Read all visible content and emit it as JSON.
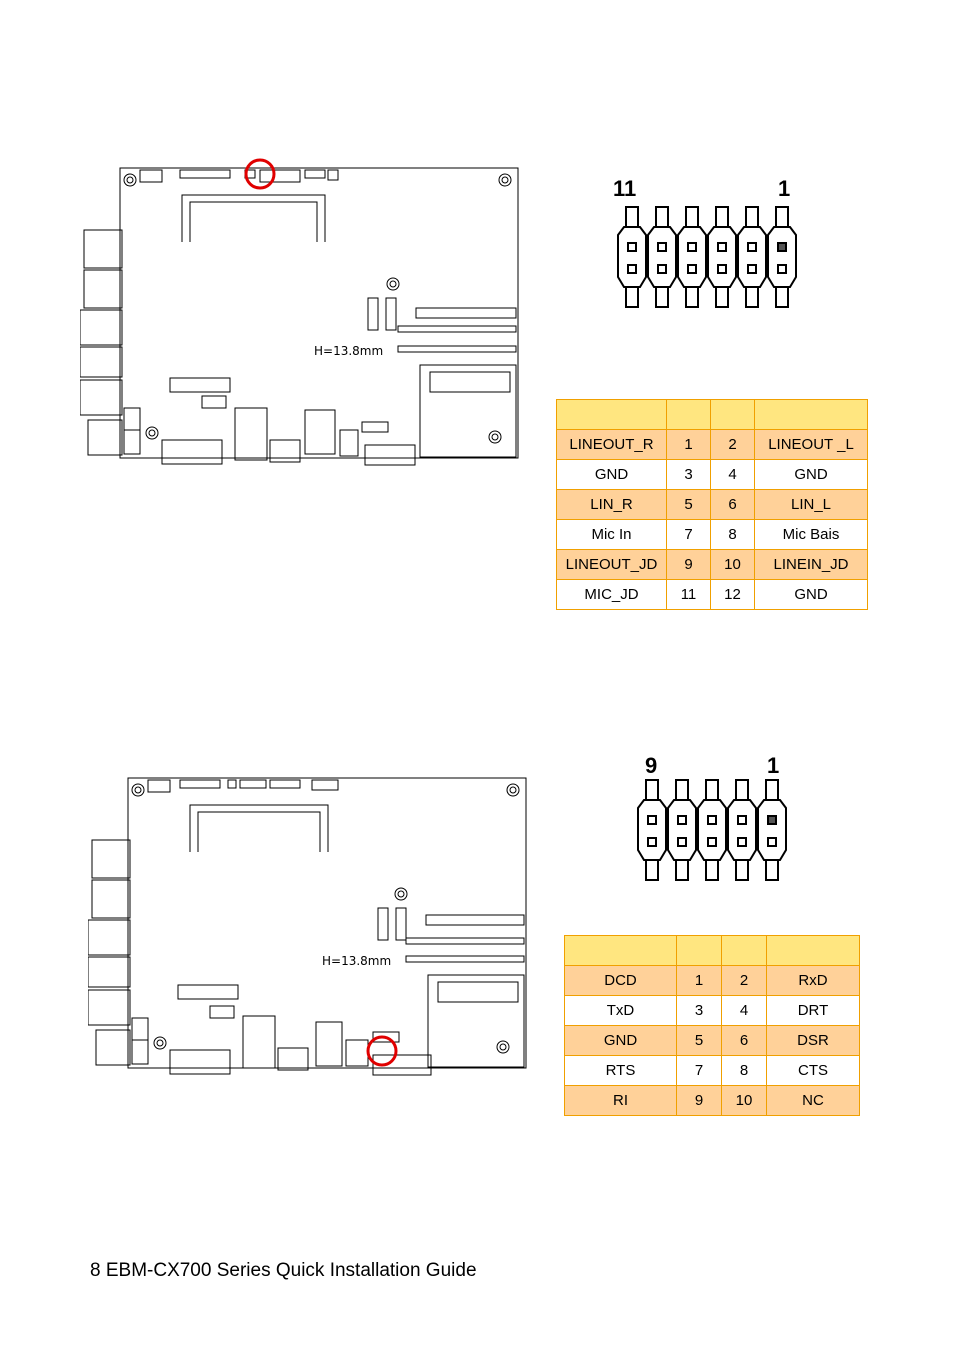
{
  "connector1": {
    "pin_high_label": "11",
    "pin_low_label": "1",
    "board_height_note": "H=13.8mm",
    "rows": [
      [
        "LINEOUT_R",
        "1",
        "2",
        "LINEOUT _L"
      ],
      [
        "GND",
        "3",
        "4",
        "GND"
      ],
      [
        "LIN_R",
        "5",
        "6",
        "LIN_L"
      ],
      [
        "Mic In",
        "7",
        "8",
        "Mic Bais"
      ],
      [
        "LINEOUT_JD",
        "9",
        "10",
        "LINEIN_JD"
      ],
      [
        "MIC_JD",
        "11",
        "12",
        "GND"
      ]
    ]
  },
  "connector2": {
    "pin_high_label": "9",
    "pin_low_label": "1",
    "board_height_note": "H=13.8mm",
    "rows": [
      [
        "DCD",
        "1",
        "2",
        "RxD"
      ],
      [
        "TxD",
        "3",
        "4",
        "DRT"
      ],
      [
        "GND",
        "5",
        "6",
        "DSR"
      ],
      [
        "RTS",
        "7",
        "8",
        "CTS"
      ],
      [
        "RI",
        "9",
        "10",
        "NC"
      ]
    ]
  },
  "footer": "8 EBM-CX700 Series Quick Installation Guide",
  "colors": {
    "highlight_circle": "#e00000",
    "table_header": "#ffe680",
    "table_row_alt": "#ffd199",
    "table_border": "#f0a000"
  }
}
